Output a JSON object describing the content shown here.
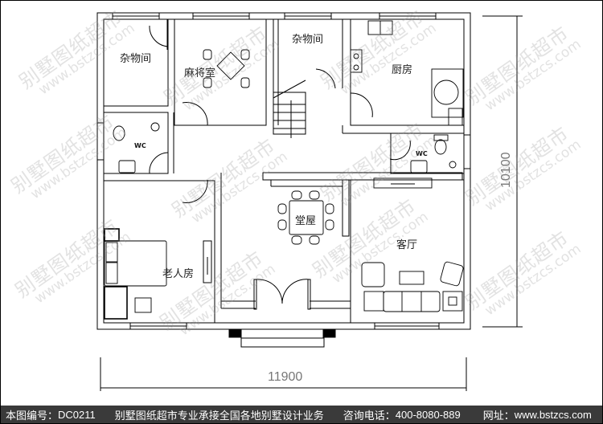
{
  "rooms": [
    {
      "id": "storage-1",
      "label": "杂物间"
    },
    {
      "id": "mahjong",
      "label": "麻将室"
    },
    {
      "id": "storage-2",
      "label": "杂物间"
    },
    {
      "id": "kitchen",
      "label": "厨房"
    },
    {
      "id": "wc-1",
      "label": "WC"
    },
    {
      "id": "wc-2",
      "label": "WC"
    },
    {
      "id": "main-hall",
      "label": "堂屋"
    },
    {
      "id": "living-room",
      "label": "客厅"
    },
    {
      "id": "elder-room",
      "label": "老人房"
    }
  ],
  "dimensions": {
    "width": "11900",
    "depth": "10100"
  },
  "watermark": {
    "text": "别墅图纸超市",
    "url": "www.bstzcs.com"
  },
  "footer": {
    "drawing_no_label": "本图编号：",
    "drawing_no": "DC0211",
    "slogan": "别墅图纸超市专业承接全国各地别墅设计业务",
    "phone_label": "咨询电话：",
    "phone": "400-8080-889",
    "site_label": "网址：",
    "site": "www.bstzcs.com"
  },
  "colors": {
    "line": "#000000",
    "dimension": "#777777",
    "footer_bg": "#3a3a3a",
    "footer_text": "#ffffff"
  }
}
